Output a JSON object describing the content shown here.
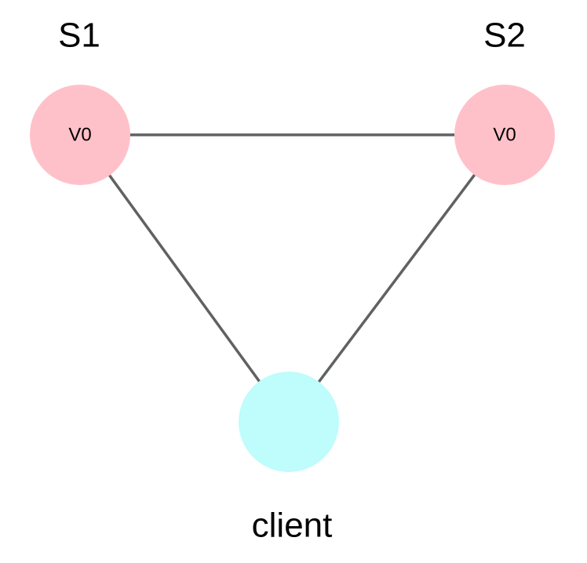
{
  "diagram": {
    "background_color": "#ffffff",
    "edge_color": "#5f6163",
    "text_color": "#000000",
    "nodes": [
      {
        "id": "S1",
        "label": "S1",
        "inner_text": "V0",
        "fill": "#ffc1c9"
      },
      {
        "id": "S2",
        "label": "S2",
        "inner_text": "V0",
        "fill": "#ffc1c9"
      },
      {
        "id": "client",
        "label": "client",
        "inner_text": "",
        "fill": "#bffcfc"
      }
    ],
    "edges": [
      {
        "from": "S1",
        "to": "S2"
      },
      {
        "from": "S1",
        "to": "client"
      },
      {
        "from": "S2",
        "to": "client"
      }
    ]
  }
}
